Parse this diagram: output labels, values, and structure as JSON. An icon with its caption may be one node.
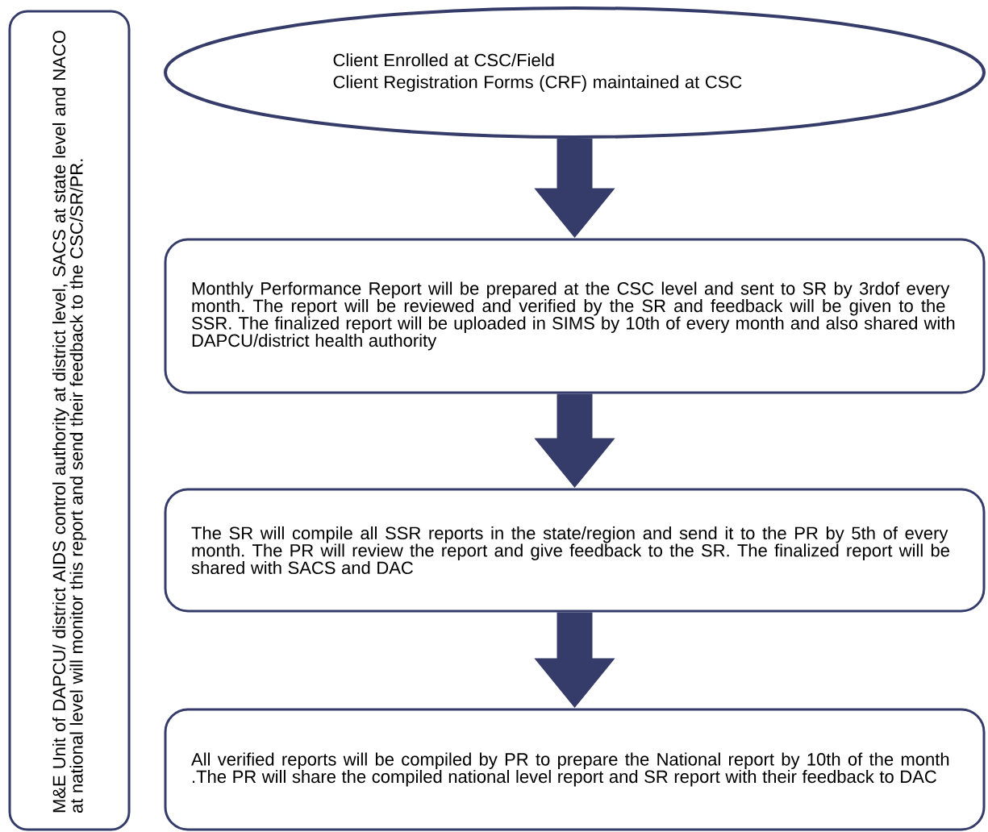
{
  "diagram": {
    "nodes": [
      {
        "text": [
          "Client Enrolled at CSC/Field",
          "Client Registration Forms (CRF) maintained at CSC"
        ]
      },
      {
        "text": [
          "Monthly Performance Report will be prepared at the CSC level and sent to SR by 3rdof every month. The report will be reviewed and verified by the SR and feedback will be given to the SSR. The finalized report will be uploaded in SIMS by 10th of every month and also shared with DAPCU/district health authority"
        ]
      },
      {
        "text": [
          "The SR will compile all SSR reports in the state/region and send it to the PR by 5th of every month.  The PR will review the report and give feedback to the SR. The finalized report will be shared   with SACS and DAC"
        ]
      },
      {
        "text": [
          "All verified reports will be compiled by PR to prepare the National report by 10th of the month .The PR will share the compiled national level report and SR report with their feedback to DAC"
        ]
      },
      {
        "text": [
          "M&E Unit of DAPCU/ district AIDS control authority at district level, SACS at state level and NACO at national level will monitor this report and send their feedback to the CSC/SR/PR."
        ]
      }
    ],
    "edges": [
      {
        "from": 0,
        "to": 1,
        "arrow": "to"
      },
      {
        "from": 1,
        "to": 2,
        "arrow": "to"
      },
      {
        "from": 2,
        "to": 3,
        "arrow": "to"
      }
    ]
  }
}
